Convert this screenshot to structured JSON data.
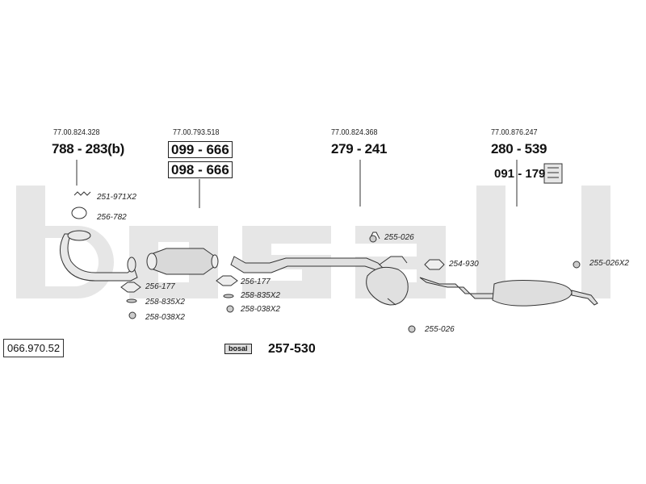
{
  "watermark": {
    "brand": "bosal"
  },
  "catalog_number": "066.970.52",
  "sections": [
    {
      "oe_ref": "77.00.824.328",
      "part": "788 - 283(b)"
    },
    {
      "oe_ref": "77.00.793.518",
      "parts": [
        "099 - 666",
        "098 - 666"
      ]
    },
    {
      "oe_ref": "77.00.824.368",
      "part": "279 - 241"
    },
    {
      "oe_ref": "77.00.876.247",
      "part": "280 - 539",
      "extra": "091 - 179"
    }
  ],
  "fittings": [
    "251-971X2",
    "256-782",
    "256-177",
    "258-835X2",
    "258-038X2",
    "256-177",
    "258-835X2",
    "258-038X2",
    "255-026",
    "254-930",
    "255-026X2",
    "255-026"
  ],
  "mounting_kit": {
    "label": "257-530",
    "logo_text": "bosal"
  },
  "colors": {
    "line": "#333333",
    "watermark": "#e4e4e4",
    "part_fill": "#d6d6d6"
  }
}
